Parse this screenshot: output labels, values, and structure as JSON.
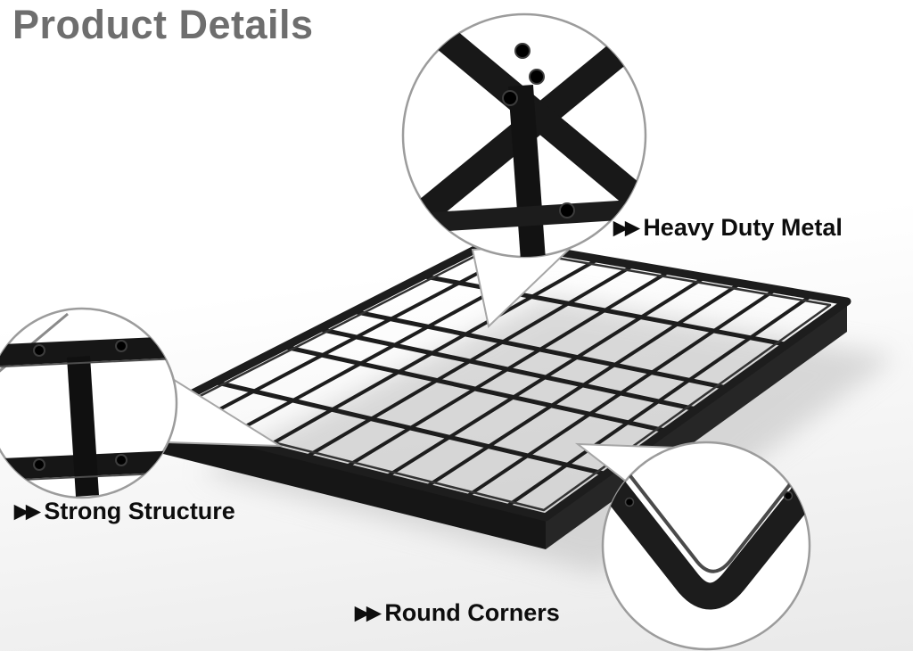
{
  "page": {
    "title": "Product Details"
  },
  "annotations": {
    "heavy_duty_metal": {
      "icon": "▶▶",
      "label": "Heavy Duty Metal"
    },
    "strong_structure": {
      "icon": "▶▶",
      "label": "Strong Structure"
    },
    "round_corners": {
      "icon": "▶▶",
      "label": "Round Corners"
    }
  },
  "colors": {
    "title_gray": "#6e6e6e",
    "text_black": "#0d0d0d",
    "metal_dark": "#1d1d1d",
    "metal_side": "#161616",
    "metal_side_right": "#262626",
    "circle_border": "#9c9c9c",
    "shadow_gray": "#bdbdbd"
  }
}
